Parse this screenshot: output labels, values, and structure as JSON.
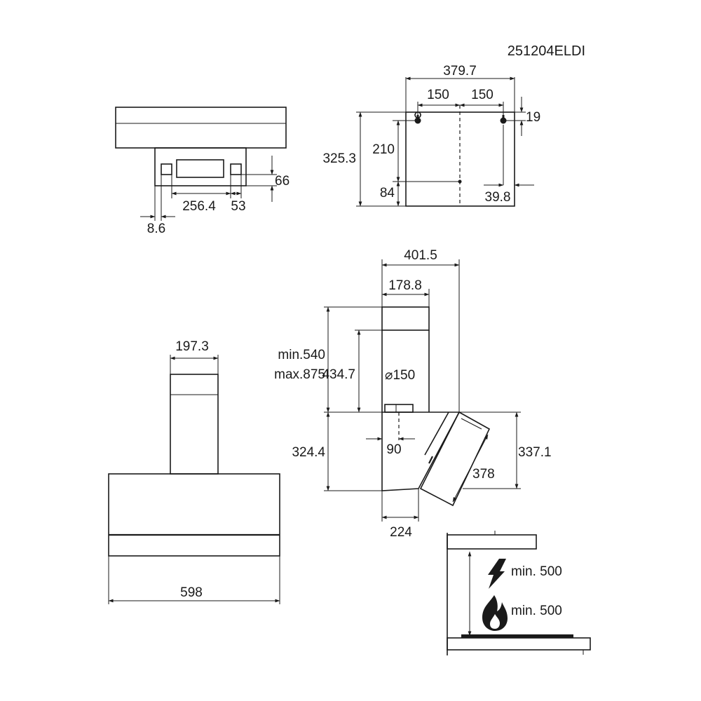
{
  "model_code": "251204ELDI",
  "top_view": {
    "dim_width": "256.4",
    "dim_side": "53",
    "dim_offset": "8.6",
    "dim_depth": "66"
  },
  "rear_view": {
    "dim_width": "379.7",
    "dim_left_hole": "150",
    "dim_right_hole": "150",
    "dim_hole_top": "19",
    "dim_height": "325.3",
    "dim_upper": "210",
    "dim_lower": "84",
    "dim_hole_side": "39.8"
  },
  "front_view": {
    "dim_chimney_width": "197.3",
    "dim_total_width": "598"
  },
  "side_view": {
    "dim_total_depth": "401.5",
    "dim_chimney_depth": "178.8",
    "dim_range_min": "min.540",
    "dim_range_max": "max.875",
    "dim_chimney_height": "434.7",
    "dim_duct": "⌀150",
    "dim_body_height": "324.4",
    "dim_outlet_offset": "90",
    "dim_panel_length": "378",
    "dim_front_height": "337.1",
    "dim_base_depth": "224"
  },
  "installation": {
    "electric_label": "min. 500",
    "gas_label": "min. 500",
    "icons": [
      "lightning-icon",
      "flame-icon"
    ]
  },
  "colors": {
    "line": "#1a1a1a",
    "background": "#ffffff"
  }
}
